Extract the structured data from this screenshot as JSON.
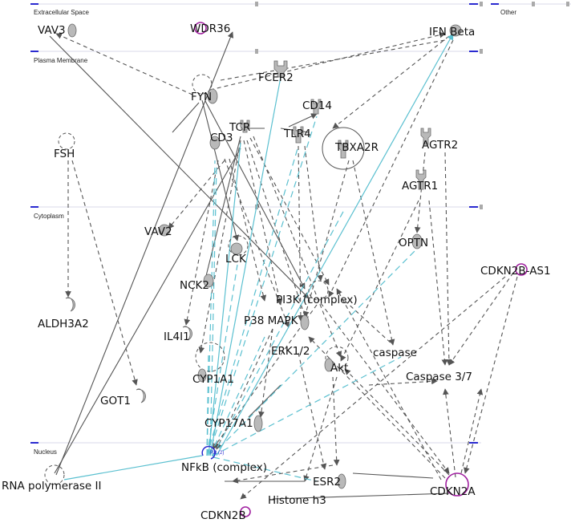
{
  "compartments": {
    "extracellular": "Extracellular Space",
    "other": "Other",
    "plasma_membrane": "Plasma Membrane",
    "cytoplasm": "Cytoplasm",
    "nucleus": "Nucleus"
  },
  "nodes": {
    "vav3": "VAV3",
    "wdr36": "WDR36",
    "ifn_beta": "IFN Beta",
    "fcer2": "FCER2",
    "fyn": "FYN",
    "cd14": "CD14",
    "tcr": "TCR",
    "tlr4": "TLR4",
    "fsh": "FSH",
    "cd3": "CD3",
    "tbxa2r": "TBXA2R",
    "agtr2": "AGTR2",
    "agtr1": "AGTR1",
    "vav2": "VAV2",
    "lck": "LCK",
    "optn": "OPTN",
    "cdkn2b_as1": "CDKN2B-AS1",
    "nck2": "NCK2",
    "pi3k": "PI3K (complex)",
    "aldh3a2": "ALDH3A2",
    "p38": "P38 MAPK",
    "il4i1": "IL4I1",
    "erk": "ERK1/2",
    "caspase": "caspase",
    "akt": "Akt",
    "cyp1a1": "CYP1A1",
    "casp37": "Caspase 3/7",
    "got1": "GOT1",
    "cyp17a1": "CYP17A1",
    "nfkb": "NFkB (complex)",
    "rna_pol": "RNA polymerase II",
    "esr2": "ESR2",
    "cdkn2a": "CDKN2A",
    "histone": "Histone h3",
    "cdkn2b": "CDKN2B"
  },
  "annotations": {
    "nfkb_badge": "RB (2)"
  },
  "colors": {
    "edge": "#555555",
    "highlight_edge": "#5bc0d0",
    "highlight_node": "#a020a0",
    "node_fill": "#b9b9b9",
    "compartment_marker": "#2a2ad0"
  }
}
